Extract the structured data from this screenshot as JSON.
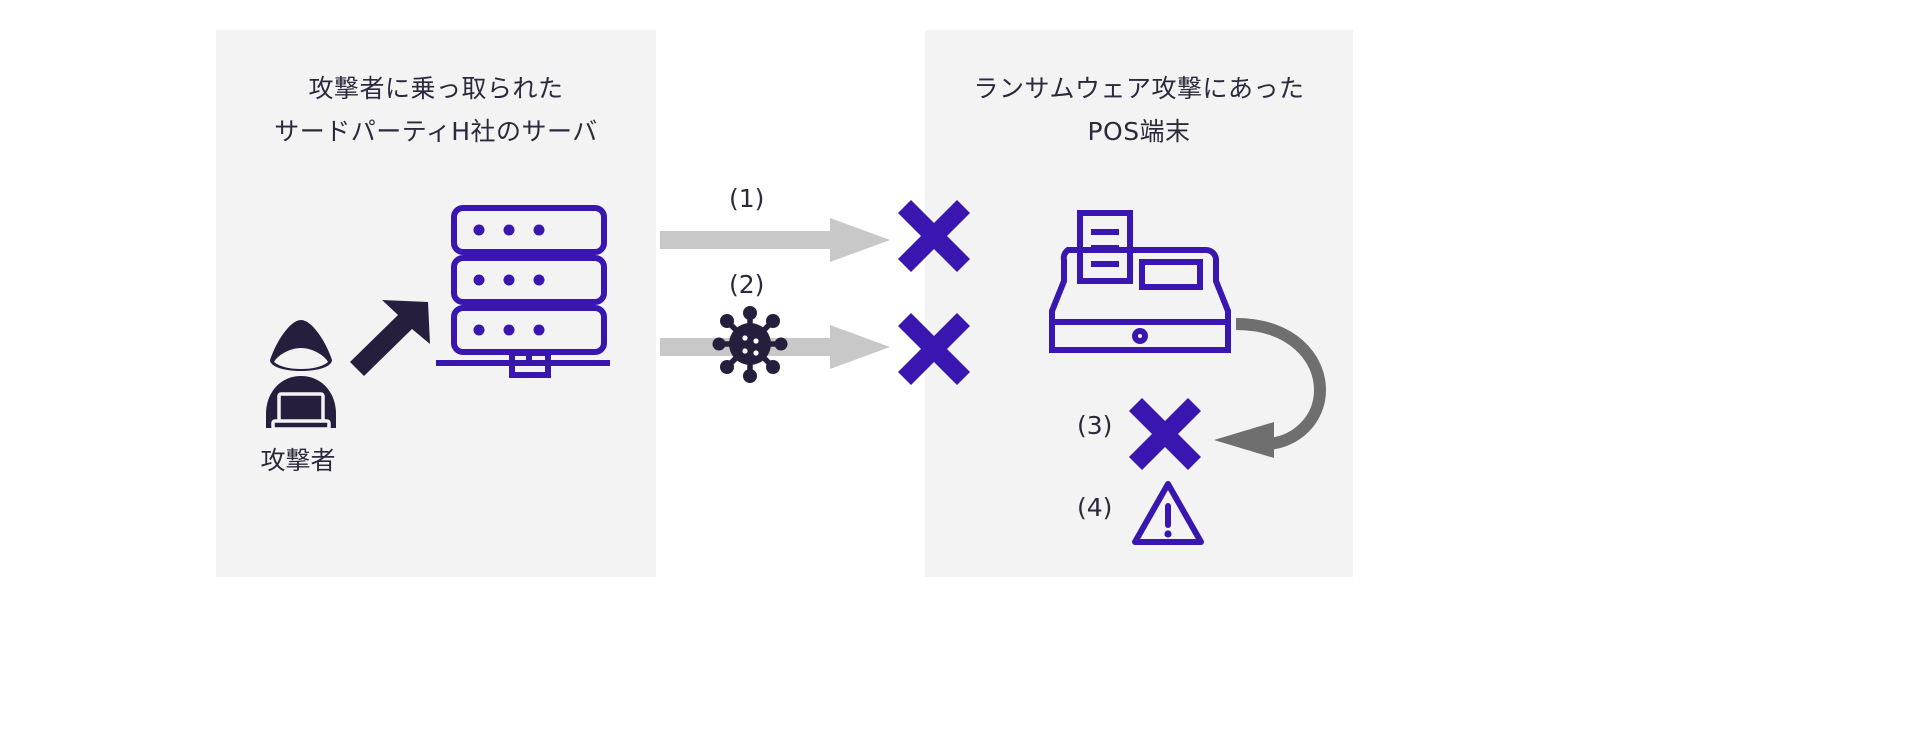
{
  "diagram": {
    "title_internal": "ランサムウェア攻撃の流れ",
    "background": "#ffffff",
    "panel_background": "#f3f3f3",
    "colors": {
      "purple": "#3a16b0",
      "navy": "#251f3d",
      "text": "#2b2a3d",
      "arrow_light_gray": "#c8c8c8",
      "arrow_dark_gray": "#6f6f6f"
    }
  },
  "panels": [
    {
      "id": "left",
      "title_line1": "攻撃者に乗っ取られた",
      "title_line2": "サードパーティH社のサーバ"
    },
    {
      "id": "right",
      "title_line1": "ランサムウェア攻撃にあった",
      "title_line2": "POS端末"
    }
  ],
  "labels": {
    "step1": "(1)",
    "step2": "(2)",
    "step3": "(3)",
    "step4": "(4)",
    "attacker": "攻撃者"
  },
  "icons": {
    "attacker": "hooded-attacker-icon",
    "black_arrow": "black-arrow-icon",
    "server": "server-rack-icon",
    "virus": "virus-icon",
    "cross": "cross-mark-icon",
    "warning": "warning-triangle-icon",
    "pos": "pos-terminal-icon",
    "curve_arrow": "curved-return-arrow-icon"
  }
}
